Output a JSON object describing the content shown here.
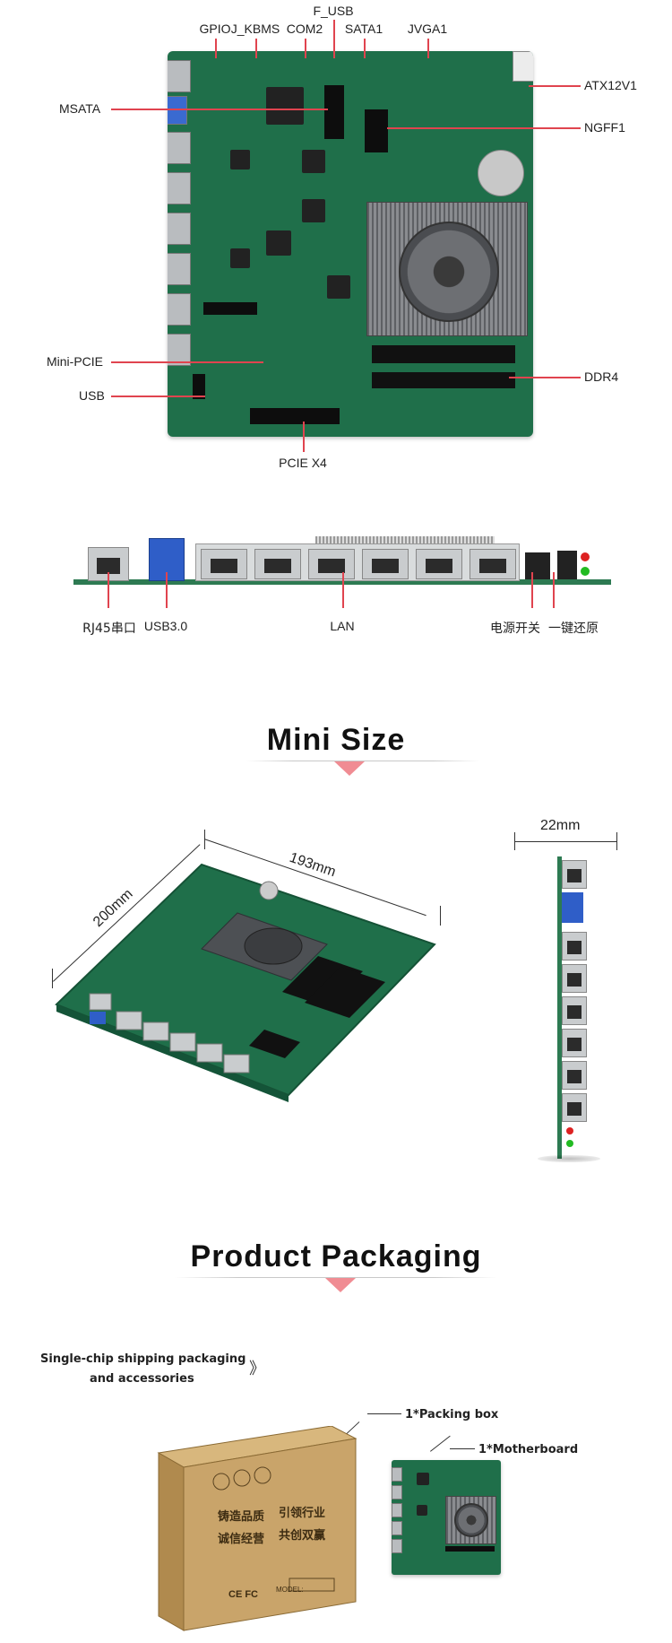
{
  "section1": {
    "top_labels": {
      "f_usb": "F_USB",
      "gpio": "GPIO",
      "j_kbms": "J_KBMS",
      "com2": "COM2",
      "sata1": "SATA1",
      "jvga1": "JVGA1"
    },
    "left_labels": {
      "msata": "MSATA",
      "mini_pcie": "Mini-PCIE",
      "usb": "USB"
    },
    "right_labels": {
      "atx12v1": "ATX12V1",
      "ngff1": "NGFF1",
      "ddr4": "DDR4"
    },
    "bottom_label": "PCIE X4"
  },
  "section2": {
    "labels": {
      "rj45": "RJ45串口",
      "usb30": "USB3.0",
      "lan": "LAN",
      "power": "电源开关",
      "restore": "一键还原"
    }
  },
  "mini_size": {
    "title": "Mini Size",
    "dim_width": "193mm",
    "dim_depth": "200mm",
    "dim_height": "22mm"
  },
  "packaging": {
    "title": "Product Packaging",
    "intro_line1": "Single-chip shipping packaging",
    "intro_line2": "and accessories",
    "arrow_glyph": "》",
    "item_box": "1*Packing box",
    "item_board": "1*Motherboard",
    "box_text_1": "铸造品质",
    "box_text_2": "引领行业",
    "box_text_3": "诚信经营",
    "box_text_4": "共创双赢",
    "box_model": "MODEL:",
    "box_cert": "CE FC"
  },
  "colors": {
    "accent_red": "#e0444f",
    "triangle_pink": "#f08c93",
    "pcb_green": "#1f6f4a",
    "cardboard": "#c9a46a"
  }
}
